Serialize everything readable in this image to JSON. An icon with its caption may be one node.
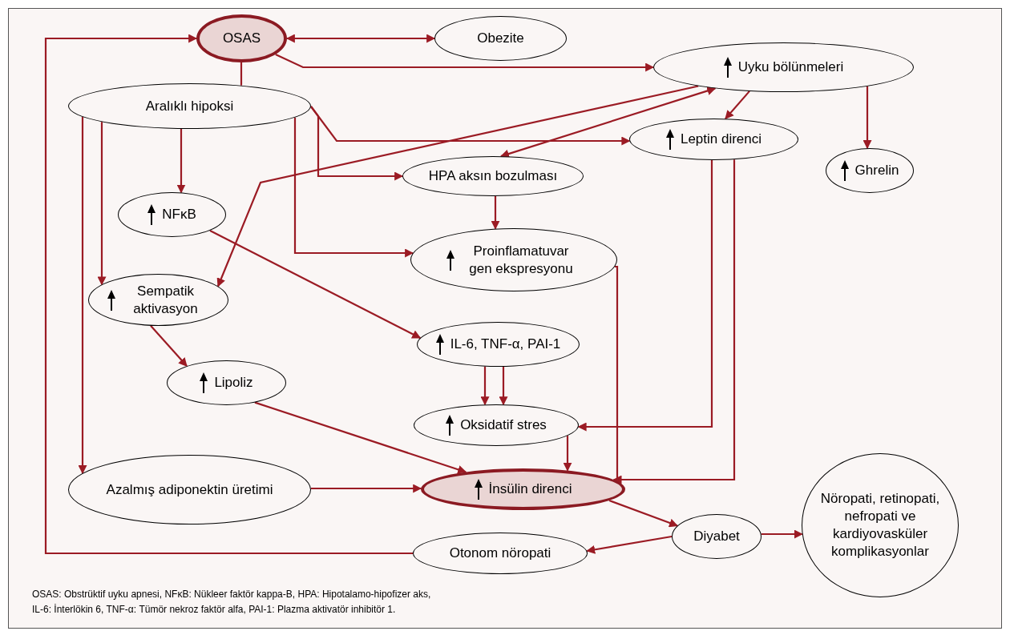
{
  "diagram": {
    "nodes": [
      {
        "text": [
          "OSAS"
        ]
      },
      {
        "text": [
          "Obezite"
        ]
      },
      {
        "text": [
          "Uyku bölünmeleri"
        ]
      },
      {
        "text": [
          "Aralıklı hipoksi"
        ]
      },
      {
        "text": [
          "Leptin direnci"
        ]
      },
      {
        "text": [
          "Ghrelin"
        ]
      },
      {
        "text": [
          "HPA aksın bozulması"
        ]
      },
      {
        "text": [
          "NFκB"
        ]
      },
      {
        "text": [
          "Proinflamatuvar gen ekspresyonu"
        ]
      },
      {
        "text": [
          "Sempatik aktivasyon"
        ]
      },
      {
        "text": [
          "IL-6, TNF-α, PAI-1"
        ]
      },
      {
        "text": [
          "Lipoliz"
        ]
      },
      {
        "text": [
          "Oksidatif stres"
        ]
      },
      {
        "text": [
          "Azalmış adiponektin üretimi"
        ]
      },
      {
        "text": [
          "İnsülin direnci"
        ]
      },
      {
        "text": [
          "Diyabet"
        ]
      },
      {
        "text": [
          "Nöropati, retinopati, nefropati ve kardiyovasküler komplikasyonlar"
        ]
      },
      {
        "text": [
          "Otonom nöropati"
        ]
      }
    ],
    "edges": [
      {
        "from": 17,
        "to": 0,
        "arrow": "to"
      },
      {
        "from": 0,
        "to": 1,
        "arrow": "both"
      },
      {
        "from": 0,
        "to": 2,
        "arrow": "to"
      },
      {
        "from": 0,
        "to": 3,
        "arrow": "none"
      },
      {
        "from": 3,
        "to": 7,
        "arrow": "to"
      },
      {
        "from": 3,
        "to": 9,
        "arrow": "to"
      },
      {
        "from": 3,
        "to": 13,
        "arrow": "to"
      },
      {
        "from": 3,
        "to": 8,
        "arrow": "to"
      },
      {
        "from": 3,
        "to": 6,
        "arrow": "to"
      },
      {
        "from": 3,
        "to": 4,
        "arrow": "to"
      },
      {
        "from": 2,
        "to": 9,
        "arrow": "to"
      },
      {
        "from": 6,
        "to": 2,
        "arrow": "both"
      },
      {
        "from": 2,
        "to": 4,
        "arrow": "to"
      },
      {
        "from": 2,
        "to": 5,
        "arrow": "to"
      },
      {
        "from": 6,
        "to": 8,
        "arrow": "to"
      },
      {
        "from": 7,
        "to": 10,
        "arrow": "to"
      },
      {
        "from": 9,
        "to": 11,
        "arrow": "to"
      },
      {
        "from": 10,
        "to": 12,
        "arrow": "to"
      },
      {
        "from": 10,
        "to": 12,
        "arrow": "to"
      },
      {
        "from": 4,
        "to": 12,
        "arrow": "to"
      },
      {
        "from": 4,
        "to": 14,
        "arrow": "to"
      },
      {
        "from": 8,
        "to": 14,
        "arrow": "none"
      },
      {
        "from": 11,
        "to": 14,
        "arrow": "to"
      },
      {
        "from": 12,
        "to": 14,
        "arrow": "to"
      },
      {
        "from": 13,
        "to": 14,
        "arrow": "to"
      },
      {
        "from": 14,
        "to": 15,
        "arrow": "to"
      },
      {
        "from": 15,
        "to": 17,
        "arrow": "to"
      },
      {
        "from": 15,
        "to": 16,
        "arrow": "to"
      }
    ],
    "labels": [
      "OSAS: Obstrüktif uyku apnesi, NFκB: Nükleer faktör kappa-B, HPA: Hipotalamo-hipofizer aks,",
      "IL-6: İnterlökin 6, TNF-α: Tümör nekroz faktör alfa, PAI-1: Plazma aktivatör inhibitör 1."
    ]
  }
}
